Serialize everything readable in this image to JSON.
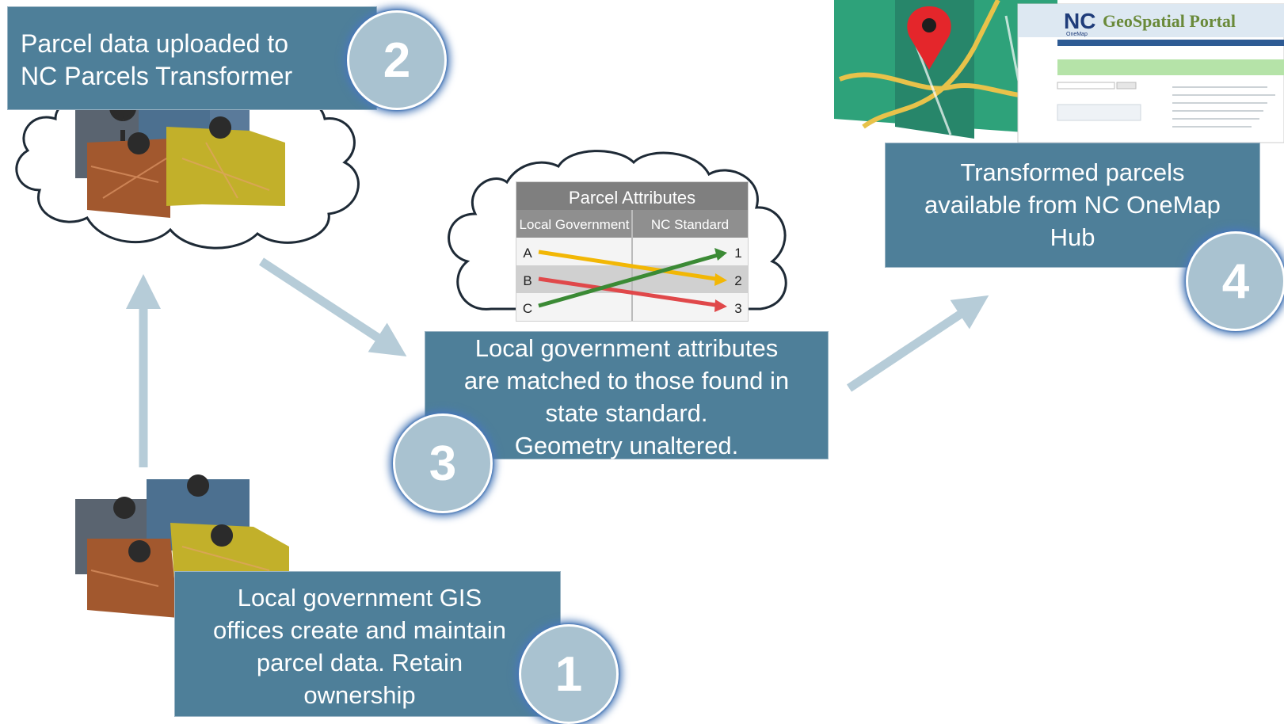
{
  "steps": [
    {
      "number": "1",
      "text": "Local government GIS offices create and maintain parcel data. Retain ownership"
    },
    {
      "number": "2",
      "text": "Parcel data uploaded to NC Parcels Transformer"
    },
    {
      "number": "3",
      "text": "Local government attributes are matched to those found in state standard. Geometry unaltered."
    },
    {
      "number": "4",
      "text": "Transformed parcels available from NC OneMap Hub"
    }
  ],
  "step_lines": {
    "s1": [
      "Local government GIS",
      "offices create and maintain",
      "parcel data. Retain",
      "ownership"
    ],
    "s2": [
      "Parcel data uploaded to",
      "NC Parcels Transformer"
    ],
    "s3": [
      "Local government attributes",
      "are matched to those found in",
      "state standard.",
      "Geometry unaltered."
    ],
    "s4": [
      "Transformed parcels",
      "available from NC OneMap",
      "Hub"
    ]
  },
  "parcel_attributes": {
    "title": "Parcel Attributes",
    "columns": [
      "Local Government",
      "NC Standard"
    ],
    "local_rows": [
      "A",
      "B",
      "C"
    ],
    "standard_rows": [
      "1",
      "2",
      "3"
    ],
    "mapping": [
      {
        "from": "A",
        "to": "2",
        "color": "#f2b705"
      },
      {
        "from": "B",
        "to": "3",
        "color": "#e0484a"
      },
      {
        "from": "C",
        "to": "1",
        "color": "#3b8a35"
      }
    ]
  },
  "portal": {
    "logo": "NC",
    "logo_sub": "OneMap",
    "title": "GeoSpatial Portal"
  },
  "colors": {
    "box": "#4e7f99",
    "badge": "#a9c2d0",
    "arrow": "#b6ccd8",
    "cloud_stroke": "#1e2a36"
  }
}
